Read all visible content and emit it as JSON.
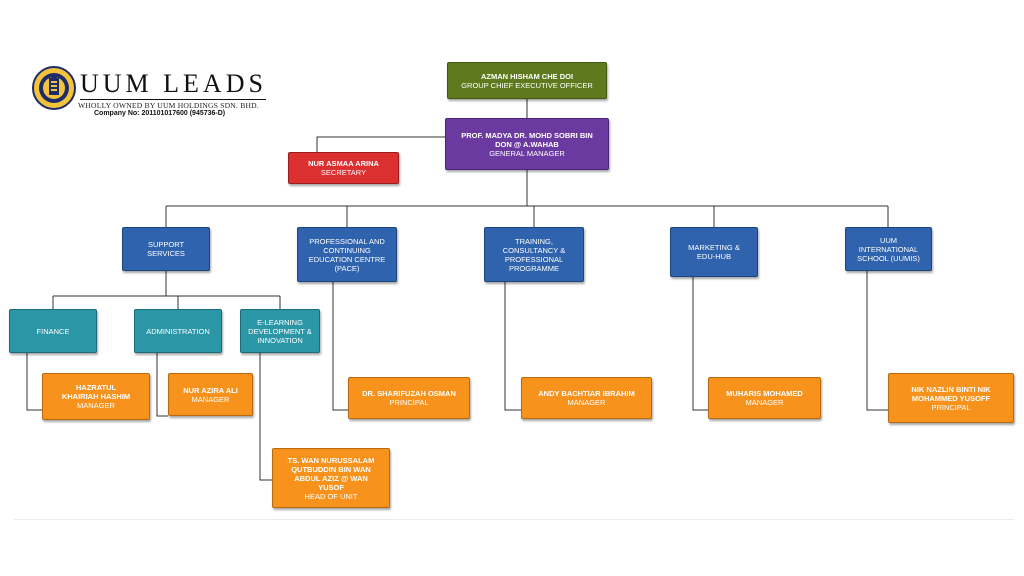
{
  "logo": {
    "brand": "UUM LEADS",
    "tagline": "WHOLLY OWNED BY UUM HOLDINGS SDN. BHD.",
    "company_no": "Company No: 201101017600 (945736-D)"
  },
  "colors": {
    "executive": "#5f7a1e",
    "general_manager": "#6b3aa0",
    "secretary": "#dc2f2f",
    "department": "#2f63ad",
    "unit": "#2b96a6",
    "staff": "#f7921d"
  },
  "nodes": {
    "gceo": {
      "name": "AZMAN HISHAM CHE DOI",
      "role": "GROUP CHIEF EXECUTIVE OFFICER"
    },
    "gm": {
      "name": "PROF. MADYA DR. MOHD SOBRI BIN DON @ A.WAHAB",
      "role": "GENERAL MANAGER"
    },
    "secretary": {
      "name": "NUR ASMAA ARINA",
      "role": "SECRETARY"
    },
    "support": {
      "label": "SUPPORT SERVICES"
    },
    "pace": {
      "label": "PROFESSIONAL AND CONTINUING EDUCATION CENTRE (PACE)"
    },
    "training": {
      "label": "TRAINING, CONSULTANCY & PROFESSIONAL PROGRAMME"
    },
    "marketing": {
      "label": "MARKETING & EDU-HUB"
    },
    "uumis": {
      "label": "UUM INTERNATIONAL SCHOOL (UUMIS)"
    },
    "finance": {
      "label": "FINANCE"
    },
    "administration": {
      "label": "ADMINISTRATION"
    },
    "elearning": {
      "label": "E-LEARNING DEVELOPMENT & INNOVATION"
    },
    "finance_mgr": {
      "name": "HAZRATUL KHAIRIAH HASHIM",
      "role": "MANAGER"
    },
    "admin_mgr": {
      "name": "NUR AZIRA ALI",
      "role": "MANAGER"
    },
    "elearning_head": {
      "name": "TS. WAN NURUSSALAM QUTBUDDIN BIN WAN ABDUL AZIZ @ WAN YUSOF",
      "role": "HEAD OF UNIT"
    },
    "pace_principal": {
      "name": "DR. SHARIFUZAH OSMAN",
      "role": "PRINCIPAL"
    },
    "training_mgr": {
      "name": "ANDY BACHTIAR IBRAHIM",
      "role": "MANAGER"
    },
    "marketing_mgr": {
      "name": "MUHARIS MOHAMED",
      "role": "MANAGER"
    },
    "uumis_principal": {
      "name": "NIK NAZLIN BINTI NIK MOHAMMED YUSOFF",
      "role": "PRINCIPAL"
    }
  }
}
